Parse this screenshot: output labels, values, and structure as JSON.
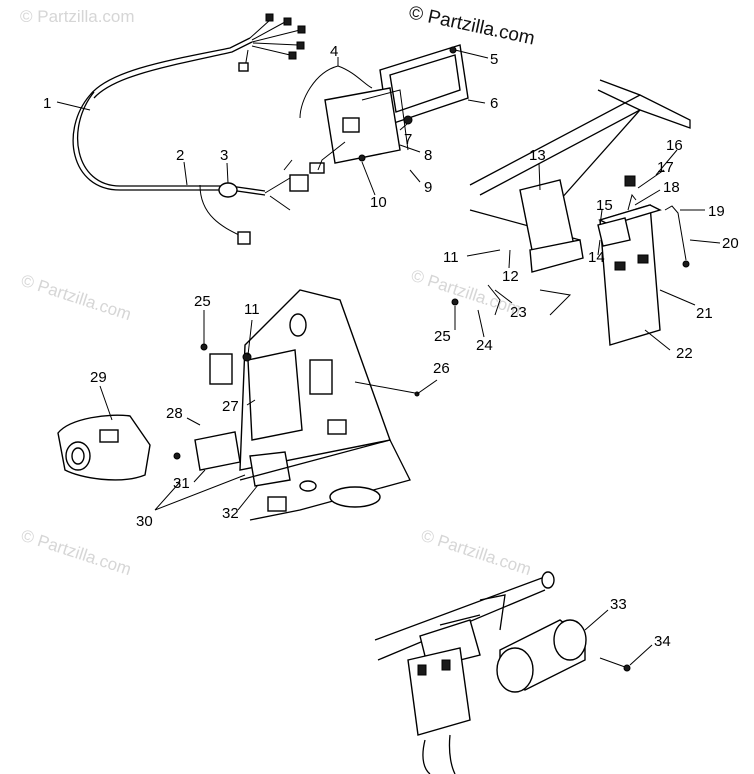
{
  "watermark": {
    "main": "© Partzilla.com",
    "faint": "© Partzilla.com"
  },
  "callouts": [
    "1",
    "2",
    "3",
    "4",
    "5",
    "6",
    "7",
    "8",
    "9",
    "10",
    "11",
    "11",
    "12",
    "13",
    "14",
    "15",
    "16",
    "17",
    "18",
    "19",
    "20",
    "21",
    "22",
    "23",
    "24",
    "25",
    "25",
    "26",
    "27",
    "28",
    "29",
    "30",
    "31",
    "32",
    "33",
    "34"
  ]
}
